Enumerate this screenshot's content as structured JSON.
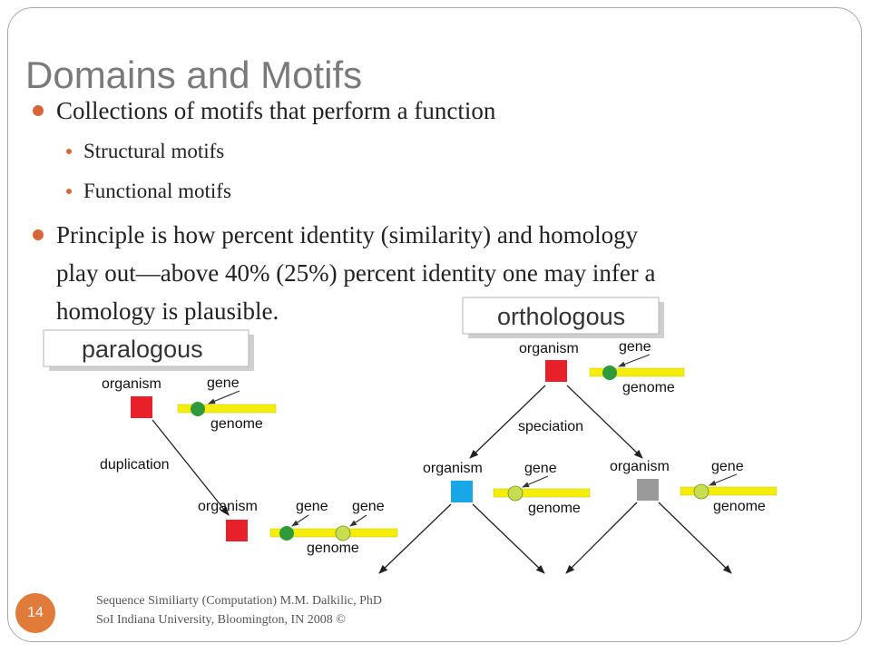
{
  "slide": {
    "title": "Domains and Motifs",
    "bullets": [
      {
        "text": "Collections of motifs that perform a function",
        "sub": [
          "Structural motifs",
          "Functional motifs"
        ]
      },
      {
        "lines": [
          "Principle is how percent identity (similarity) and homology",
          "play out—above 40% (25%) percent identity one may infer a",
          "homology is plausible."
        ]
      }
    ],
    "footer": {
      "line1": "Sequence Similiarty (Computation) M.M. Dalkilic, PhD",
      "line2": "SoI Indiana University, Bloomington, IN 2008 ©"
    },
    "page_number": "14"
  },
  "diagram": {
    "paralogous": {
      "heading": "paralogous",
      "organism": "organism",
      "gene": "gene",
      "genome": "genome",
      "event": "duplication"
    },
    "orthologous": {
      "heading": "orthologous",
      "organism": "organism",
      "gene": "gene",
      "genome": "genome",
      "event": "speciation"
    },
    "colors": {
      "red": "#e8202a",
      "blue": "#1aa7e8",
      "gray": "#9a9a9a",
      "genome_yellow": "#f5ee0a",
      "gene_green": "#2e9a3a",
      "gene_lightgreen": "#c7dd52",
      "accent_orange": "#d9663a"
    }
  }
}
